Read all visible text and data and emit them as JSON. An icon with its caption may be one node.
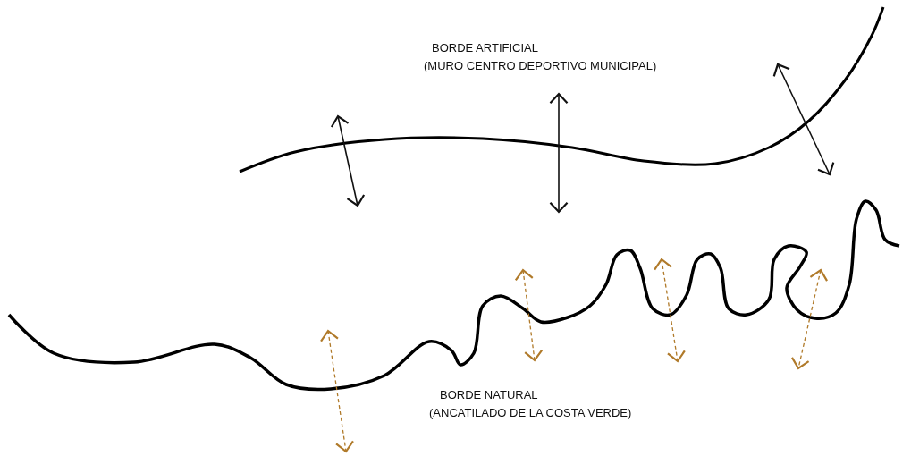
{
  "diagram": {
    "labels": [
      "BORDE ARTIFICIAL",
      "(MURO CENTRO DEPORTIVO MUNICIPAL)",
      "BORDE NATURAL",
      "(ANCATILADO DE LA COSTA VERDE)"
    ]
  }
}
